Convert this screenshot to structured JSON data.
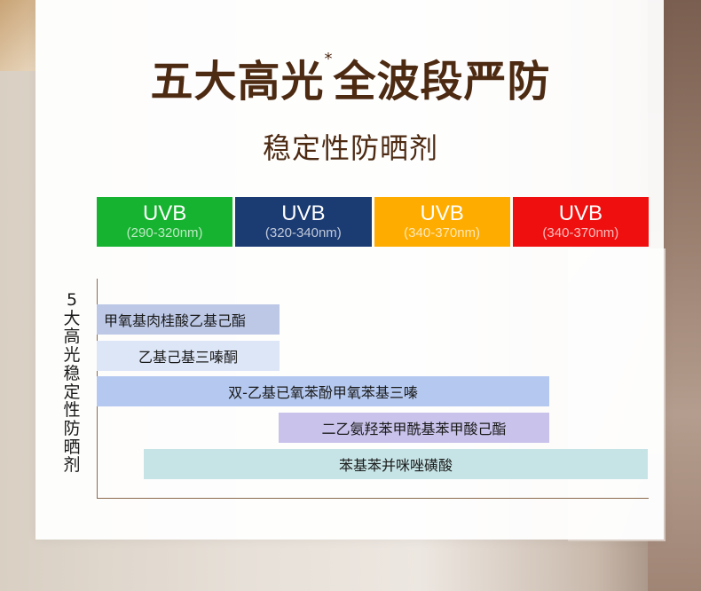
{
  "title": {
    "main_part1": "五大高光",
    "star": "*",
    "main_part2": "全波段严防"
  },
  "subtitle": "稳定性防晒剂",
  "bands": [
    {
      "label": "UVB",
      "range": "(290-320nm)",
      "color": "#15b32f"
    },
    {
      "label": "UVB",
      "range": "(320-340nm)",
      "color": "#1b3b73"
    },
    {
      "label": "UVB",
      "range": "(340-370nm)",
      "color": "#ffac00"
    },
    {
      "label": "UVB",
      "range": "(340-370nm)",
      "color": "#ef0f0f"
    }
  ],
  "y_label_chars": [
    "5",
    "大",
    "高",
    "光",
    "稳",
    "定",
    "性",
    "防",
    "晒",
    "剂"
  ],
  "ingredients": [
    {
      "name": "甲氧基肉桂酸乙基己酯",
      "color": "#bcc8e6"
    },
    {
      "name": "乙基己基三嗪酮",
      "color": "#dde6f7"
    },
    {
      "name": "双-乙基已氧苯酚甲氧苯基三嗪",
      "color": "#b5c9f0"
    },
    {
      "name": "二乙氨羟苯甲酰基苯甲酸己酯",
      "color": "#c9c2ea"
    },
    {
      "name": "苯基苯并咪唑磺酸",
      "color": "#c6e4e6"
    }
  ]
}
